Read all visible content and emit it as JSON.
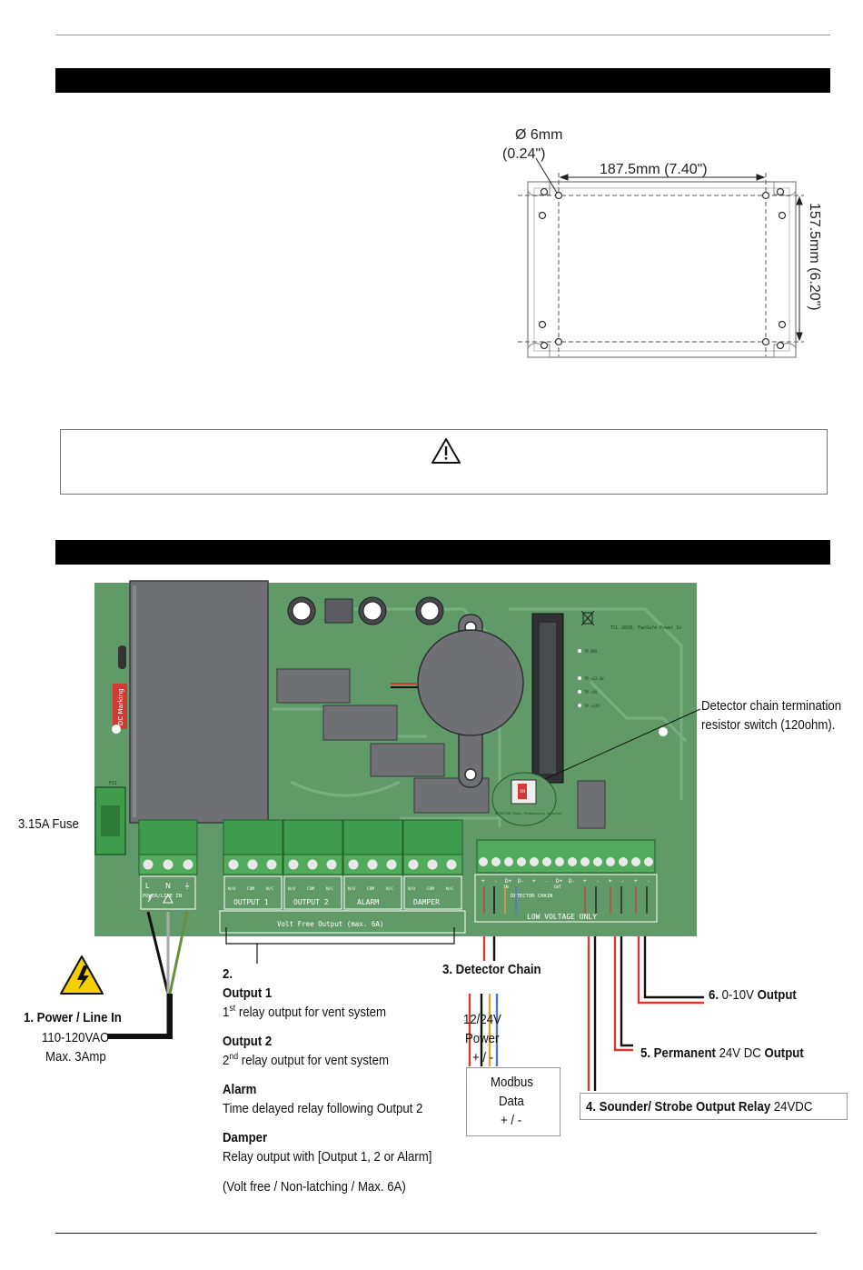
{
  "dimensions": {
    "hole": "Ø 6mm",
    "hole_in": "(0.24\")",
    "width": "187.5mm (7.40\")",
    "height": "157.5mm (6.20\")"
  },
  "board_labels": {
    "dc_marking": "DC Marking",
    "fuse_ref": "FS1",
    "terminals_power": [
      "L",
      "N",
      "⏚"
    ],
    "power_line_in": "POWER/LINE IN",
    "relay_terminals": [
      "N/O",
      "COM",
      "N/C"
    ],
    "relay_groups": [
      "OUTPUT 1",
      "OUTPUT 2",
      "ALARM",
      "DAMPER"
    ],
    "volt_free_output": "Volt Free Output  (max. 6A)",
    "lv_pins": [
      "+",
      "-",
      "D+",
      "D-",
      "+",
      "-",
      "D+",
      "D-",
      "+",
      "-",
      "+",
      "-",
      "+",
      "-"
    ],
    "detector_in": "IN",
    "detector_out": "OUT",
    "detector_chain": "DETECTOR CHAIN",
    "low_voltage_only": "LOW  VOLTAGE  ONLY",
    "switch_caption": "DETECTOR Chain Termination Selector",
    "switch_on": "ON",
    "copyright": "TCL 2020, FanSafe Power 1v",
    "leds": [
      "TP BUS",
      "TP +12.3V",
      "TP +5V",
      "TP +24V"
    ]
  },
  "callouts": {
    "termination_line1": "Detector chain termination",
    "termination_line2": "resistor switch (120ohm).",
    "fuse": "3.15A Fuse",
    "power_title": "1. Power / Line In",
    "power_line1": "110-120VAC",
    "power_line2": "Max. 3Amp",
    "relays_number": "2.",
    "output1_title": "Output 1",
    "output1_sup": "st",
    "output1_desc_pre": "1",
    "output1_desc": " relay output for vent system",
    "output2_title": "Output 2",
    "output2_sup": "nd",
    "output2_desc_pre": "2",
    "output2_desc": " relay output for vent system",
    "alarm_title": "Alarm",
    "alarm_desc": "Time delayed relay following Output 2",
    "damper_title": "Damper",
    "damper_desc": "Relay output with [Output 1, 2 or Alarm]",
    "relays_note": "(Volt free / Non-latching / Max. 6A)",
    "detector_title": "3. Detector Chain",
    "detector_power1": "12/24V",
    "detector_power2": "Power",
    "detector_power3": "+ / -",
    "modbus1": "Modbus",
    "modbus2": "Data",
    "modbus3": "+ / -",
    "sounder_bold": "4. Sounder/ Strobe Output Relay",
    "sounder_plain": " 24VDC",
    "permanent_bold": "5. Permanent",
    "permanent_plain": " 24V DC ",
    "permanent_bold2": "Output",
    "output010_bold": "6.",
    "output010_plain": " 0-10V ",
    "output010_bold2": "Output"
  },
  "colors": {
    "pcb": "#5f9a68",
    "terminal": "#3f9c4c",
    "section_bar": "#000000"
  }
}
